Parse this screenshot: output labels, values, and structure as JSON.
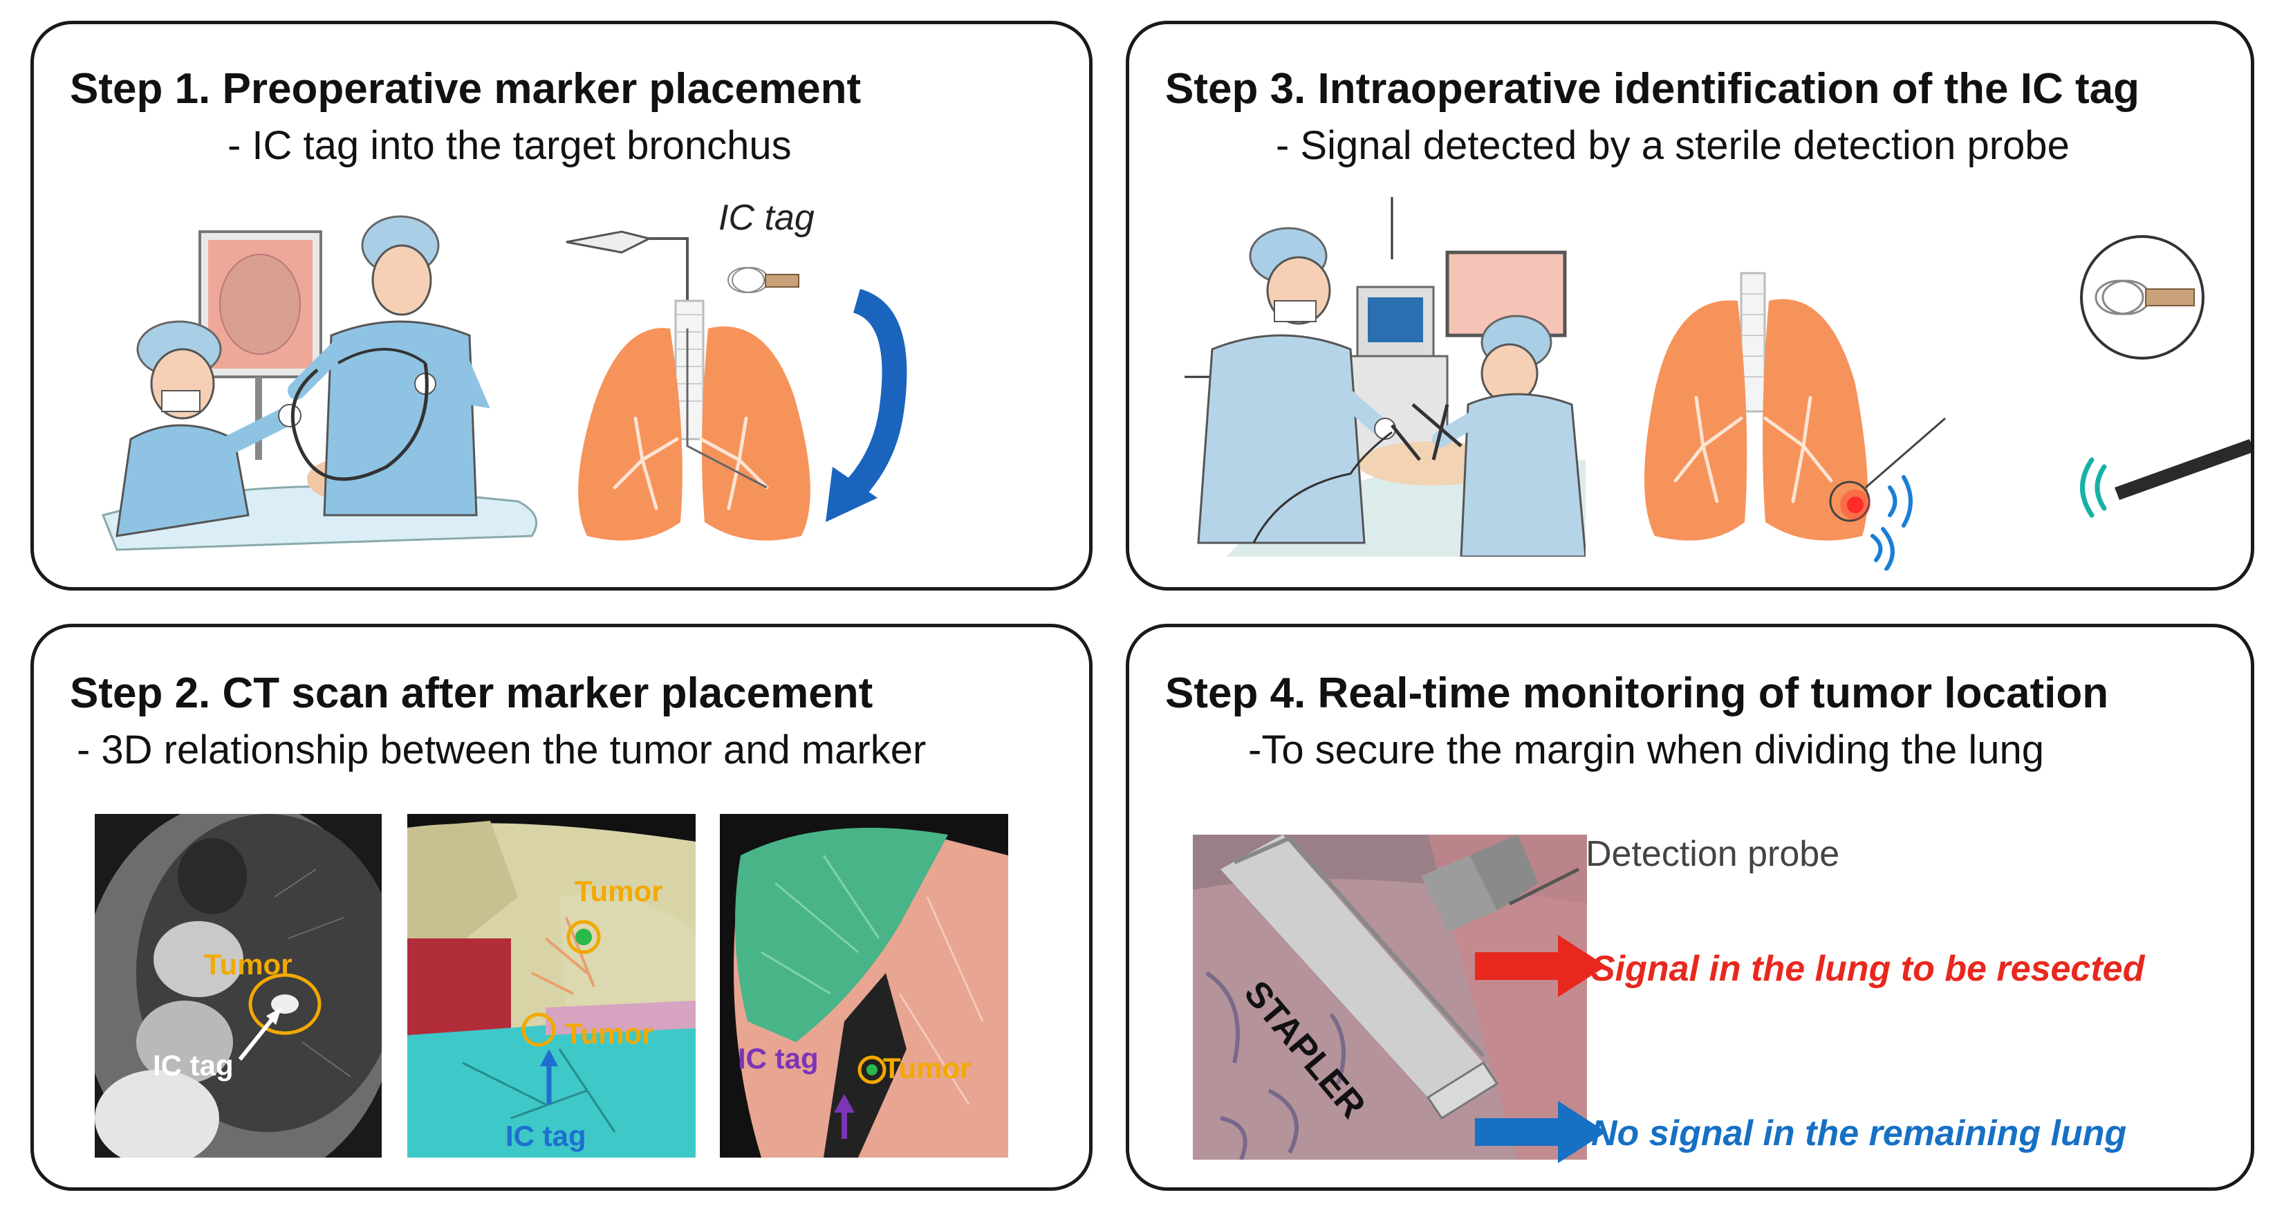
{
  "colors": {
    "accent_red": "#e8281e",
    "accent_blue": "#1670c4",
    "tumor_orange": "#f2a900",
    "ic_tag_purple": "#7b35b5",
    "lung_orange": "#f4935a",
    "surgeon_blue": "#b9d6ea"
  },
  "step1": {
    "title": "Step 1. Preoperative marker placement",
    "subtitle": "- IC tag into the target bronchus",
    "ic_tag_label": "IC tag"
  },
  "step2": {
    "title": "Step 2.  CT scan after marker placement",
    "subtitle": "- 3D relationship between the tumor and marker",
    "ct": {
      "tumor_label": "Tumor",
      "ic_tag_label": "IC tag"
    },
    "render1": {
      "tumor_label": "Tumor",
      "tumor_label_2": "Tumor",
      "ic_tag_label": "IC tag"
    },
    "render2": {
      "ic_tag_label": "IC tag",
      "tumor_label": "Tumor"
    }
  },
  "step3": {
    "title": "Step 3. Intraoperative identification of the IC tag",
    "subtitle": "- Signal detected by a sterile detection probe"
  },
  "step4": {
    "title": "Step 4. Real-time monitoring of tumor location",
    "subtitle": "-To secure the margin when dividing the lung",
    "stapler_label": "STAPLER",
    "probe_label": "Detection probe",
    "signal_label": "Signal in the lung to be resected",
    "no_signal_label": "No signal in the remaining lung"
  }
}
